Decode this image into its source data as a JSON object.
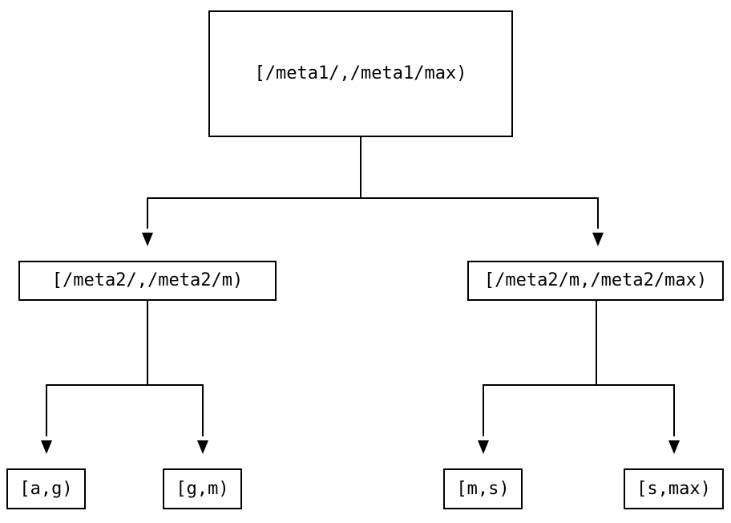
{
  "diagram": {
    "type": "tree",
    "colors": {
      "background": "#ffffff",
      "line": "#000000",
      "node_fill": "#ffffff",
      "node_border": "#000000",
      "text": "#000000"
    },
    "nodes": [
      {
        "id": "root",
        "label": "[/meta1/,/meta1/max)"
      },
      {
        "id": "left",
        "label": "[/meta2/,/meta2/m)"
      },
      {
        "id": "right",
        "label": "[/meta2/m,/meta2/max)"
      },
      {
        "id": "leaf-ag",
        "label": "[a,g)"
      },
      {
        "id": "leaf-gm",
        "label": "[g,m)"
      },
      {
        "id": "leaf-ms",
        "label": "[m,s)"
      },
      {
        "id": "leaf-smax",
        "label": "[s,max)"
      }
    ],
    "edges": [
      {
        "from": "root",
        "to": "left"
      },
      {
        "from": "root",
        "to": "right"
      },
      {
        "from": "left",
        "to": "leaf-ag"
      },
      {
        "from": "left",
        "to": "leaf-gm"
      },
      {
        "from": "right",
        "to": "leaf-ms"
      },
      {
        "from": "right",
        "to": "leaf-smax"
      }
    ]
  }
}
